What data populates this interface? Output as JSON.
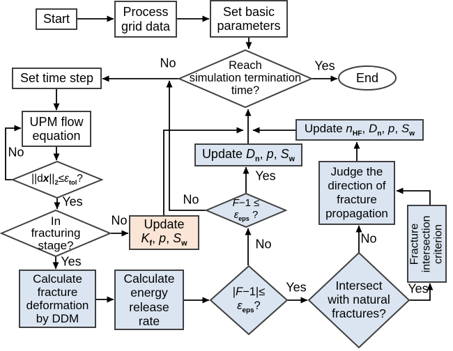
{
  "colors": {
    "node_white": "#ffffff",
    "node_blue": "#dbe5f1",
    "node_orange": "#fbe5d6",
    "border": "#3f3f3f",
    "line": "#000000"
  },
  "nodes": {
    "start": {
      "label": "Start"
    },
    "process_grid": {
      "label": "Process\ngrid data"
    },
    "set_basic": {
      "label": "Set basic\nparameters"
    },
    "termination": {
      "label": "Reach\nsimulation termination\ntime?"
    },
    "end": {
      "label": "End"
    },
    "set_time": {
      "label": "Set time step"
    },
    "upm": {
      "label": "UPM flow\nequation"
    },
    "dx_check": {
      "rich": [
        [
          "||d",
          ""
        ],
        [
          "x",
          "bi"
        ],
        [
          "||",
          ""
        ],
        [
          "2",
          "sub"
        ],
        [
          "≤",
          ""
        ],
        [
          "ε",
          "i"
        ],
        [
          "tol",
          "sub"
        ],
        [
          "?",
          ""
        ]
      ]
    },
    "fracturing": {
      "label": "In\nfracturing\nstage?"
    },
    "update_kf": {
      "rich": [
        [
          "Update\n",
          ""
        ],
        [
          "K",
          "i"
        ],
        [
          "f",
          "sub"
        ],
        [
          ", ",
          ""
        ],
        [
          "p",
          "i"
        ],
        [
          ", ",
          ""
        ],
        [
          "S",
          "i"
        ],
        [
          "w",
          "sub"
        ]
      ]
    },
    "calc_ddm": {
      "label": "Calculate\nfracture\ndeformation\nby DDM"
    },
    "calc_energy": {
      "label": "Calculate\nenergy\nrelease\nrate"
    },
    "f1_upper": {
      "rich": [
        [
          "F",
          "i"
        ],
        [
          "−1 ≤\n",
          ""
        ],
        [
          "ε",
          "i"
        ],
        [
          "eps",
          "sub"
        ],
        [
          " ?",
          ""
        ]
      ]
    },
    "update_dn": {
      "rich": [
        [
          "Update ",
          ""
        ],
        [
          "D",
          "i"
        ],
        [
          "n",
          "sub"
        ],
        [
          ", ",
          ""
        ],
        [
          "p",
          "i"
        ],
        [
          ", ",
          ""
        ],
        [
          "S",
          "i"
        ],
        [
          "w",
          "sub"
        ]
      ]
    },
    "update_nhf": {
      "rich": [
        [
          "Update ",
          ""
        ],
        [
          "n",
          "i"
        ],
        [
          "HF",
          "sub"
        ],
        [
          ", ",
          ""
        ],
        [
          "D",
          "i"
        ],
        [
          "n",
          "sub"
        ],
        [
          ", ",
          ""
        ],
        [
          "p",
          "i"
        ],
        [
          ", ",
          ""
        ],
        [
          "S",
          "i"
        ],
        [
          "w",
          "sub"
        ]
      ]
    },
    "judge": {
      "label": "Judge the\ndirection of\nfracture\npropagation"
    },
    "criterion": {
      "label": "Fracture\nintersection\ncriterion"
    },
    "f1_abs": {
      "rich": [
        [
          "|",
          ""
        ],
        [
          "F",
          "i"
        ],
        [
          "−1|≤\n",
          ""
        ],
        [
          "ε",
          "i"
        ],
        [
          "eps",
          "sub"
        ],
        [
          "?",
          ""
        ]
      ]
    },
    "intersect": {
      "label": "Intersect\nwith natural\nfractures?"
    }
  },
  "edge_labels": [
    {
      "text": "Yes"
    },
    {
      "text": "No"
    },
    {
      "text": "No"
    },
    {
      "text": "Yes"
    },
    {
      "text": "Yes"
    },
    {
      "text": "No"
    },
    {
      "text": "No"
    },
    {
      "text": "Yes"
    },
    {
      "text": "No"
    },
    {
      "text": "Yes"
    },
    {
      "text": "No"
    },
    {
      "text": "Yes"
    }
  ]
}
